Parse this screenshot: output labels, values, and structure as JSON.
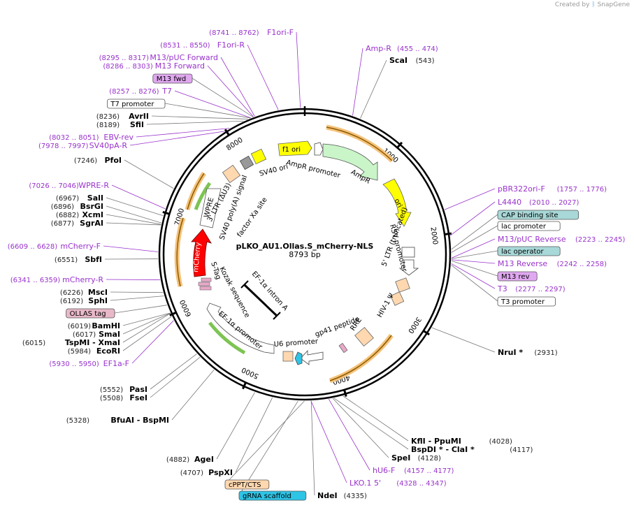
{
  "credit": {
    "prefix": "Created by",
    "brand": "SnapGene"
  },
  "plasmid": {
    "name": "pLKO_AU1.Ollas.S_mCherry-NLS",
    "size": "8793 bp"
  },
  "ticks": [
    "1000",
    "2000",
    "3000",
    "4000",
    "5000",
    "6000",
    "7000",
    "8000"
  ],
  "right_labels": [
    {
      "name": "Amp-R",
      "pos": "(455 .. 474)",
      "kind": "primer"
    },
    {
      "name": "ScaI",
      "pos": "(543)",
      "kind": "enzyme"
    },
    {
      "name": "pBR322ori-F",
      "pos": "(1757 .. 1776)",
      "kind": "primer"
    },
    {
      "name": "L4440",
      "pos": "(2010 .. 2027)",
      "kind": "primer"
    },
    {
      "name": "CAP binding site",
      "pos": "",
      "kind": "boxfeat"
    },
    {
      "name": "lac promoter",
      "pos": "",
      "kind": "promoter"
    },
    {
      "name": "M13/pUC Reverse",
      "pos": "(2223 .. 2245)",
      "kind": "primer"
    },
    {
      "name": "lac operator",
      "pos": "",
      "kind": "boxfeat"
    },
    {
      "name": "M13 Reverse",
      "pos": "(2242 .. 2258)",
      "kind": "primer"
    },
    {
      "name": "M13 rev",
      "pos": "",
      "kind": "primerbox"
    },
    {
      "name": "T3",
      "pos": "(2277 .. 2297)",
      "kind": "primer"
    },
    {
      "name": "T3 promoter",
      "pos": "",
      "kind": "promoter"
    },
    {
      "name": "NruI *",
      "pos": "(2931)",
      "kind": "enzyme"
    }
  ],
  "left_labels": [
    {
      "name": "F1ori-F",
      "pos": "(8741 .. 8762)",
      "kind": "primer"
    },
    {
      "name": "F1ori-R",
      "pos": "(8531 .. 8550)",
      "kind": "primer"
    },
    {
      "name": "M13/pUC Forward",
      "pos": "(8295 .. 8317)",
      "kind": "primer"
    },
    {
      "name": "M13 Forward",
      "pos": "(8286 .. 8303)",
      "kind": "primer"
    },
    {
      "name": "M13 fwd",
      "pos": "",
      "kind": "primerbox"
    },
    {
      "name": "T7",
      "pos": "(8257 .. 8276)",
      "kind": "primer"
    },
    {
      "name": "T7 promoter",
      "pos": "",
      "kind": "promoter"
    },
    {
      "name": "AvrII",
      "pos": "(8236)",
      "kind": "enzyme"
    },
    {
      "name": "SfiI",
      "pos": "(8189)",
      "kind": "enzyme"
    },
    {
      "name": "EBV-rev",
      "pos": "(8032 .. 8051)",
      "kind": "primer"
    },
    {
      "name": "SV40pA-R",
      "pos": "(7978 .. 7997)",
      "kind": "primer"
    },
    {
      "name": "PfoI",
      "pos": "(7246)",
      "kind": "enzyme"
    },
    {
      "name": "WPRE-R",
      "pos": "(7026 .. 7046)",
      "kind": "primer"
    },
    {
      "name": "SalI",
      "pos": "(6967)",
      "kind": "enzyme"
    },
    {
      "name": "BsrGI",
      "pos": "(6896)",
      "kind": "enzyme"
    },
    {
      "name": "XcmI",
      "pos": "(6882)",
      "kind": "enzyme"
    },
    {
      "name": "SgrAI",
      "pos": "(6877)",
      "kind": "enzyme"
    },
    {
      "name": "mCherry-F",
      "pos": "(6609 .. 6628)",
      "kind": "primer"
    },
    {
      "name": "SbfI",
      "pos": "(6551)",
      "kind": "enzyme"
    },
    {
      "name": "mCherry-R",
      "pos": "(6341 .. 6359)",
      "kind": "primer"
    },
    {
      "name": "MscI",
      "pos": "(6226)",
      "kind": "enzyme"
    },
    {
      "name": "SphI",
      "pos": "(6192)",
      "kind": "enzyme"
    },
    {
      "name": "OLLAS tag",
      "pos": "",
      "kind": "tagbox"
    },
    {
      "name": "BamHI",
      "pos": "(6019)",
      "kind": "enzyme"
    },
    {
      "name": "SmaI",
      "pos": "(6017)",
      "kind": "enzyme"
    },
    {
      "name": "TspMI  -  XmaI",
      "pos": "(6015)",
      "kind": "enzyme"
    },
    {
      "name": "EcoRI",
      "pos": "(5984)",
      "kind": "enzyme"
    },
    {
      "name": "EF1a-F",
      "pos": "(5930 .. 5950)",
      "kind": "primer"
    },
    {
      "name": "PasI",
      "pos": "(5552)",
      "kind": "enzyme"
    },
    {
      "name": "FseI",
      "pos": "(5508)",
      "kind": "enzyme"
    },
    {
      "name": "BfuAI  -  BspMI",
      "pos": "(5328)",
      "kind": "enzyme"
    },
    {
      "name": "AgeI",
      "pos": "(4882)",
      "kind": "enzyme"
    },
    {
      "name": "PspXI",
      "pos": "(4707)",
      "kind": "enzyme"
    }
  ],
  "bottom_labels": [
    {
      "name": "KflI  -  PpuMI",
      "pos": "(4028)",
      "kind": "enzyme"
    },
    {
      "name": "BspDI *  -  ClaI *",
      "pos": "(4117)",
      "kind": "enzyme"
    },
    {
      "name": "SpeI",
      "pos": "(4128)",
      "kind": "enzyme"
    },
    {
      "name": "hU6-F",
      "pos": "(4157 .. 4177)",
      "kind": "primer"
    },
    {
      "name": "LKO.1 5'",
      "pos": "(4328 .. 4347)",
      "kind": "primer"
    },
    {
      "name": "NdeI",
      "pos": "(4335)",
      "kind": "enzyme"
    },
    {
      "name": "cPPT/CTS",
      "pos": "",
      "kind": "orangebox"
    },
    {
      "name": "gRNA scaffold",
      "pos": "",
      "kind": "cyanbox"
    }
  ],
  "inner_features": [
    "f1 ori",
    "AmpR promoter",
    "AmpR",
    "ori",
    "RSV promoter",
    "5' LTR (truncated)",
    "HIV-1 Ψ",
    "RRE",
    "gp41 peptide",
    "U6 promoter",
    "EF-1α promoter",
    "EF-1α intron A",
    "Kozak sequence",
    "S-Tag",
    "mCherry",
    "factor Xa site",
    "SV40 poly(A) signal",
    "3' LTR (ΔU3)",
    "WPRE",
    "SV40 ori"
  ]
}
